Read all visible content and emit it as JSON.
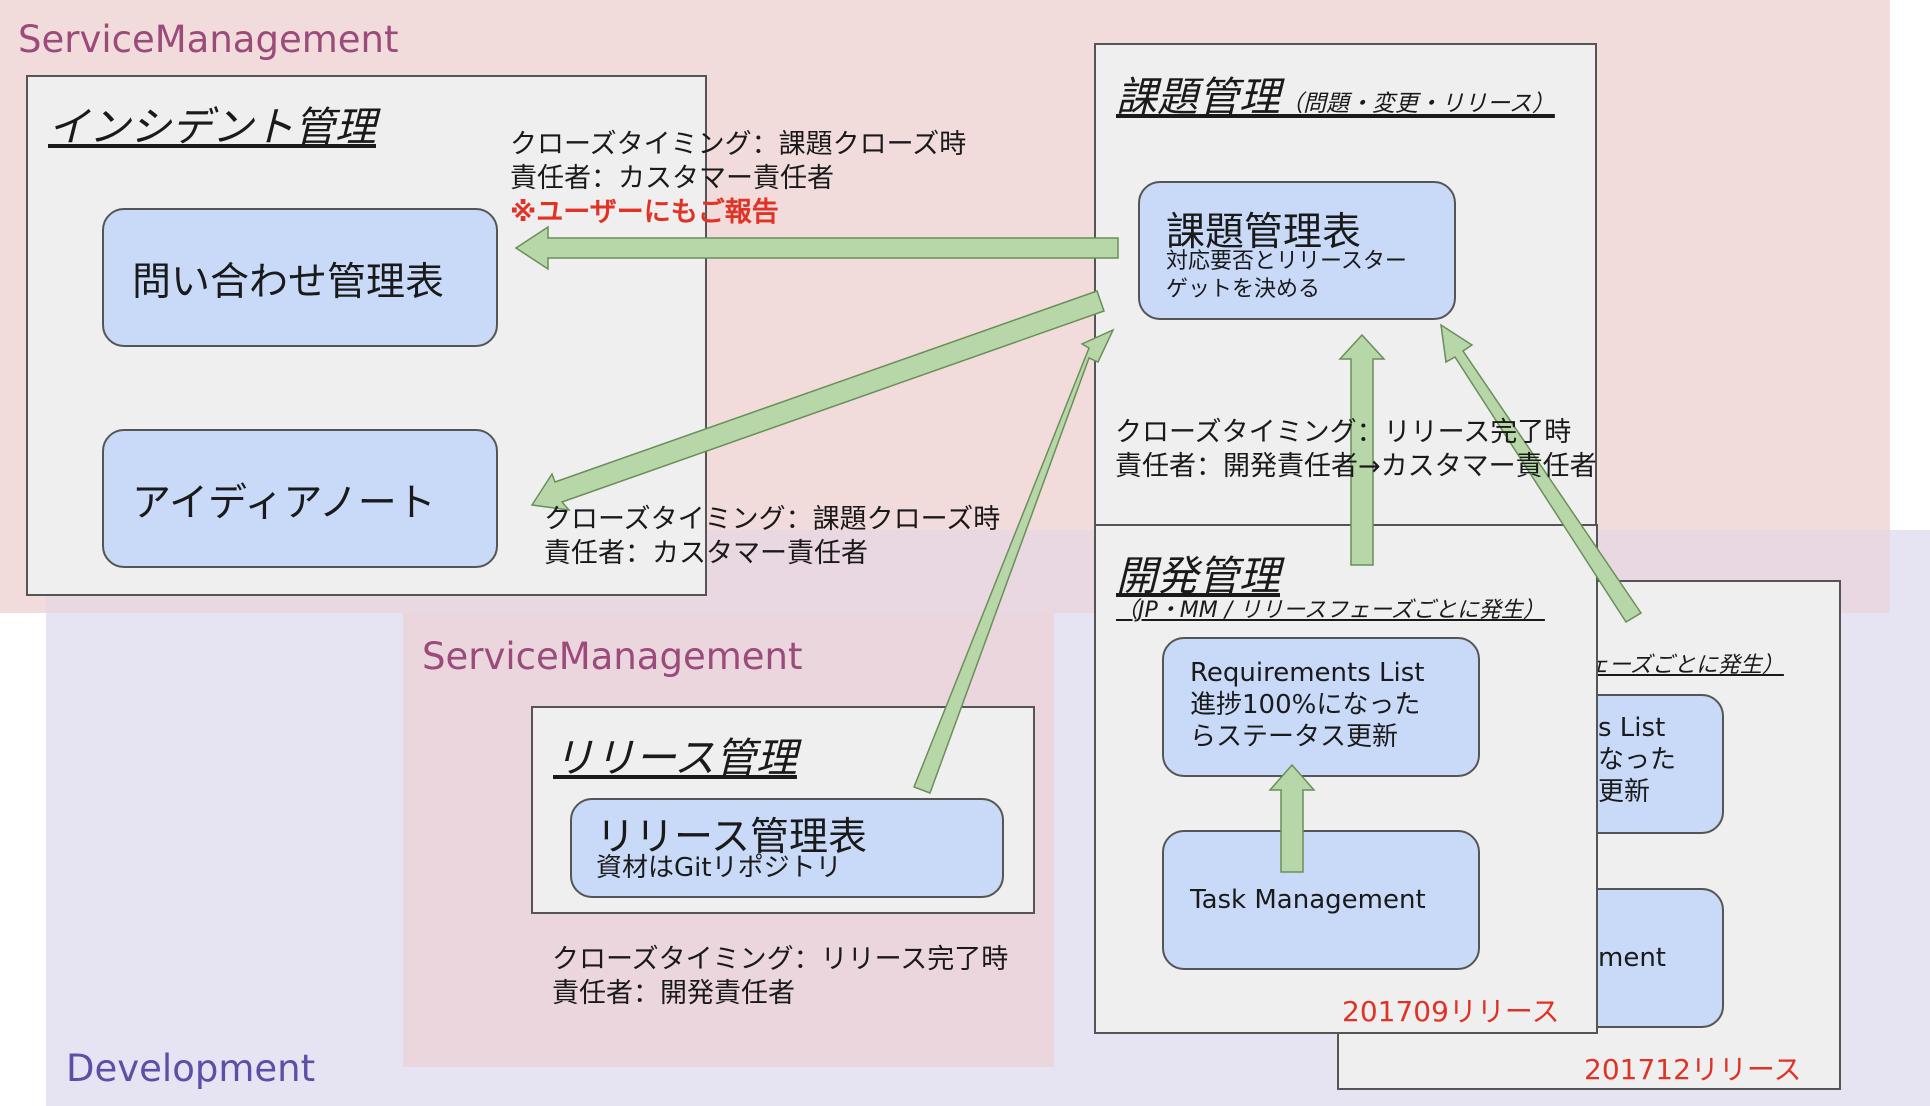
{
  "colors": {
    "service_region": "#f2dcdb",
    "dev_region": "#e6e4f2",
    "service_label": "#9b4a7c",
    "dev_label": "#5b4fa6",
    "panel_fill": "#efefef",
    "node_fill": "#c9daf8",
    "arrow_fill": "#b7d7a8",
    "highlight": "#e03325"
  },
  "regions": {
    "service_top": "ServiceManagement",
    "service_mid": "ServiceManagement",
    "development": "Development"
  },
  "incident": {
    "title": "インシデント管理",
    "inquiry_node": "問い合わせ管理表",
    "idea_node": "アイディアノート"
  },
  "issue": {
    "title": "課題管理",
    "subtitle": "（問題・変更・リリース）",
    "node_title": "課題管理表",
    "node_lines": [
      "対応要否とリリースター",
      "ゲットを決める"
    ]
  },
  "release": {
    "title": "リリース管理",
    "node_title": "リリース管理表",
    "node_line": "資材はGitリポジトリ"
  },
  "dev_front": {
    "title": "開発管理",
    "subtitle": "（JP・MM / リリースフェーズごとに発生）",
    "req_lines": [
      "Requirements List",
      "進捗100%になった",
      "らステータス更新"
    ],
    "task_label": "Task Management",
    "release_tag": "201709リリース"
  },
  "dev_back": {
    "subtitle_fragment": "ェーズごとに発生）",
    "req_lines": [
      "s List",
      "なった",
      "更新"
    ],
    "task_fragment": "ment",
    "release_tag": "201712リリース"
  },
  "annotations": {
    "to_inquiry": [
      "クローズタイミング：課題クローズ時",
      "責任者：カスタマー責任者",
      "※ユーザーにもご報告"
    ],
    "to_idea": [
      "クローズタイミング：課題クローズ時",
      "責任者：カスタマー責任者"
    ],
    "from_dev": [
      "クローズタイミング：リリース完了時",
      "責任者：開発責任者→カスタマー責任者"
    ],
    "release_close": [
      "クローズタイミング：リリース完了時",
      "責任者：開発責任者"
    ]
  }
}
